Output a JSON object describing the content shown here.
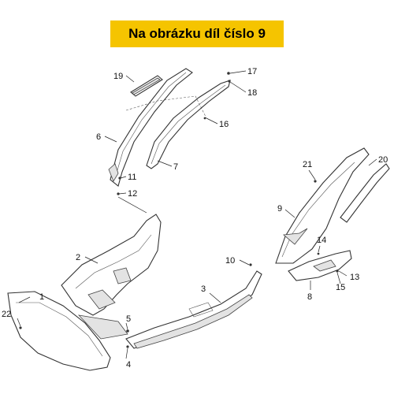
{
  "banner": {
    "text": "Na obrázku díl číslo 9",
    "color": "#f5c400"
  },
  "labels": [
    {
      "id": "1",
      "text": "1"
    },
    {
      "id": "2",
      "text": "2"
    },
    {
      "id": "3",
      "text": "3"
    },
    {
      "id": "4",
      "text": "4"
    },
    {
      "id": "5",
      "text": "5"
    },
    {
      "id": "6",
      "text": "6"
    },
    {
      "id": "7",
      "text": "7"
    },
    {
      "id": "8",
      "text": "8"
    },
    {
      "id": "9",
      "text": "9"
    },
    {
      "id": "10",
      "text": "10"
    },
    {
      "id": "11",
      "text": "11"
    },
    {
      "id": "12",
      "text": "12"
    },
    {
      "id": "13",
      "text": "13"
    },
    {
      "id": "14",
      "text": "14"
    },
    {
      "id": "15",
      "text": "15"
    },
    {
      "id": "16",
      "text": "16"
    },
    {
      "id": "17",
      "text": "17"
    },
    {
      "id": "18",
      "text": "18"
    },
    {
      "id": "19",
      "text": "19"
    },
    {
      "id": "20",
      "text": "20"
    },
    {
      "id": "21",
      "text": "21"
    },
    {
      "id": "22",
      "text": "22"
    }
  ]
}
